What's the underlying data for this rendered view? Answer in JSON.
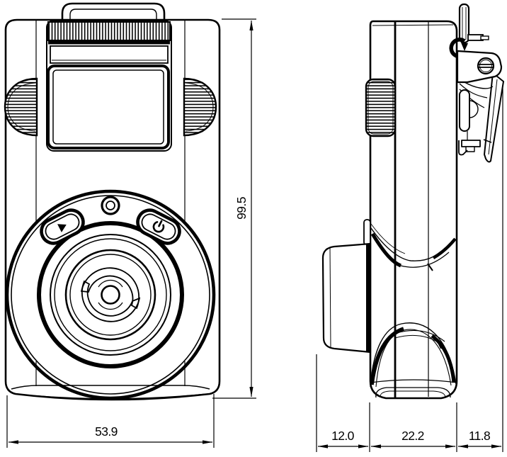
{
  "drawing": {
    "type": "technical-dimension-drawing",
    "dimensions": {
      "front_width": "53.9",
      "front_height": "99.5",
      "lens_depth": "12.0",
      "body_depth": "22.2",
      "bracket_depth": "11.8"
    },
    "icons": {
      "left_button": "play-icon",
      "right_button": "power-icon",
      "center_lens": "swirl-logo",
      "bracket": "screw-head-icon"
    },
    "colors": {
      "line": "#000000",
      "background": "#ffffff"
    }
  }
}
